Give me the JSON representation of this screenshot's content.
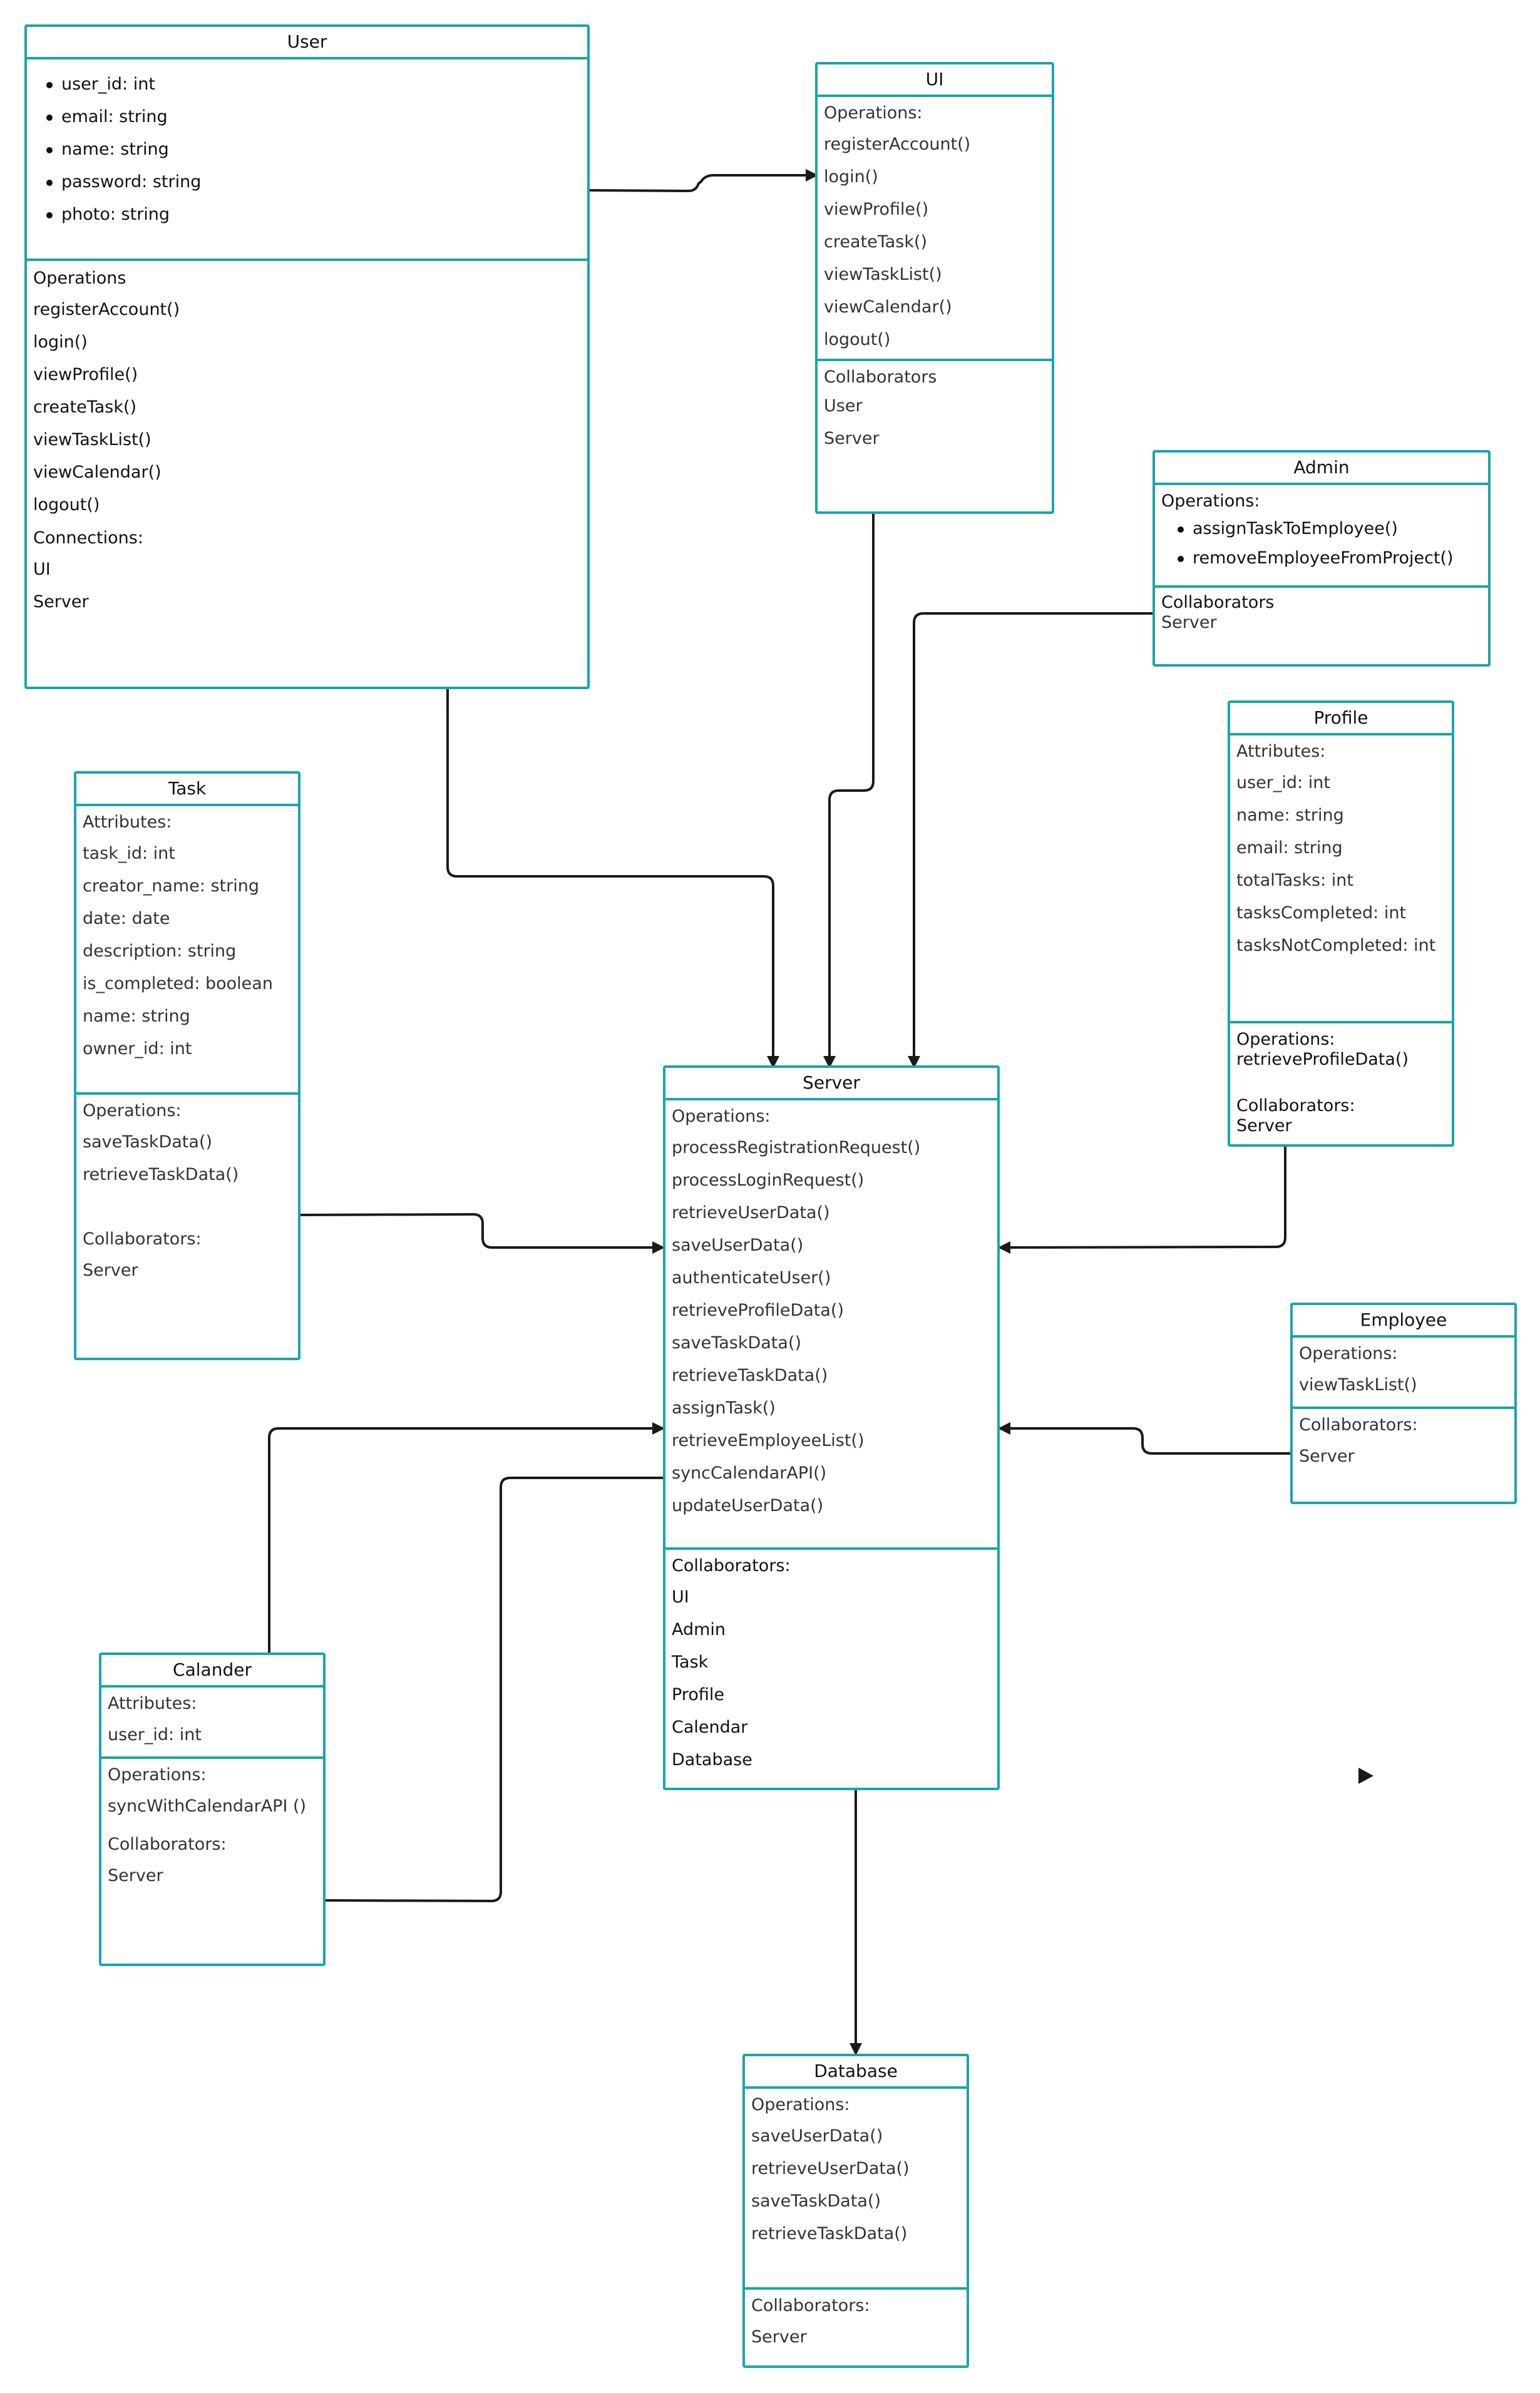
{
  "user": {
    "title": "User",
    "attributes": [
      "user_id: int",
      "email: string",
      "name: string",
      "password: string",
      "photo: string"
    ],
    "operations_heading": "Operations",
    "operations": [
      "registerAccount()",
      "login()",
      "viewProfile()",
      "createTask()",
      "viewTaskList()",
      "viewCalendar()",
      "logout()"
    ],
    "connections_heading": "Connections:",
    "connections": [
      "UI",
      "Server"
    ]
  },
  "ui": {
    "title": "UI",
    "operations_heading": "Operations:",
    "operations": [
      "registerAccount()",
      "login()",
      "viewProfile()",
      "createTask()",
      "viewTaskList()",
      "viewCalendar()",
      "logout()"
    ],
    "collaborators_heading": "Collaborators",
    "collaborators": [
      "User",
      "Server"
    ]
  },
  "admin": {
    "title": "Admin",
    "operations_heading": "Operations:",
    "operations": [
      "assignTaskToEmployee()",
      "removeEmployeeFromProject()"
    ],
    "collaborators_heading": "Collaborators",
    "collaborators_text": "Server"
  },
  "profile": {
    "title": "Profile",
    "attributes_heading": "Attributes:",
    "attributes": [
      "user_id: int",
      "name: string",
      "email: string",
      "totalTasks: int",
      "tasksCompleted: int",
      "tasksNotCompleted: int"
    ],
    "operations_heading": "Operations:",
    "operations_text": "retrieveProfileData()",
    "collaborators_heading": "Collaborators:",
    "collaborators_text": "Server"
  },
  "task": {
    "title": "Task",
    "attributes_heading": "Attributes:",
    "attributes": [
      "task_id: int",
      "creator_name: string",
      "date: date",
      "description: string",
      "is_completed: boolean",
      "name: string",
      "owner_id: int"
    ],
    "operations_heading": "Operations:",
    "operations": [
      "saveTaskData()",
      "retrieveTaskData()"
    ],
    "collaborators_heading": "Collaborators:",
    "collaborators": [
      "Server"
    ]
  },
  "server": {
    "title": "Server",
    "operations_heading": "Operations:",
    "operations": [
      "processRegistrationRequest()",
      "processLoginRequest()",
      "retrieveUserData()",
      "saveUserData()",
      "authenticateUser()",
      "retrieveProfileData()",
      "saveTaskData()",
      "retrieveTaskData()",
      "assignTask()",
      "retrieveEmployeeList()",
      "syncCalendarAPI()",
      "updateUserData()"
    ],
    "collaborators_heading": "Collaborators:",
    "collaborators": [
      "UI",
      "Admin",
      "Task",
      "Profile",
      "Calendar",
      "Database"
    ]
  },
  "employee": {
    "title": "Employee",
    "operations_heading": "Operations:",
    "operations": [
      "viewTaskList()"
    ],
    "collaborators_heading": "Collaborators:",
    "collaborators": [
      "Server"
    ]
  },
  "calander": {
    "title": "Calander",
    "attributes_heading": "Attributes:",
    "attributes": [
      "user_id: int"
    ],
    "operations_heading": "Operations:",
    "operations": [
      "syncWithCalendarAPI ()"
    ],
    "collaborators_heading": "Collaborators:",
    "collaborators": [
      "Server"
    ]
  },
  "database": {
    "title": "Database",
    "operations_heading": "Operations:",
    "operations": [
      "saveUserData()",
      "retrieveUserData()",
      "saveTaskData()",
      "retrieveTaskData()"
    ],
    "collaborators_heading": "Collaborators:",
    "collaborators": [
      "Server"
    ]
  },
  "colors": {
    "box_border": "#1aa6a6",
    "connector": "#1a1a1a",
    "text": "#333333"
  }
}
